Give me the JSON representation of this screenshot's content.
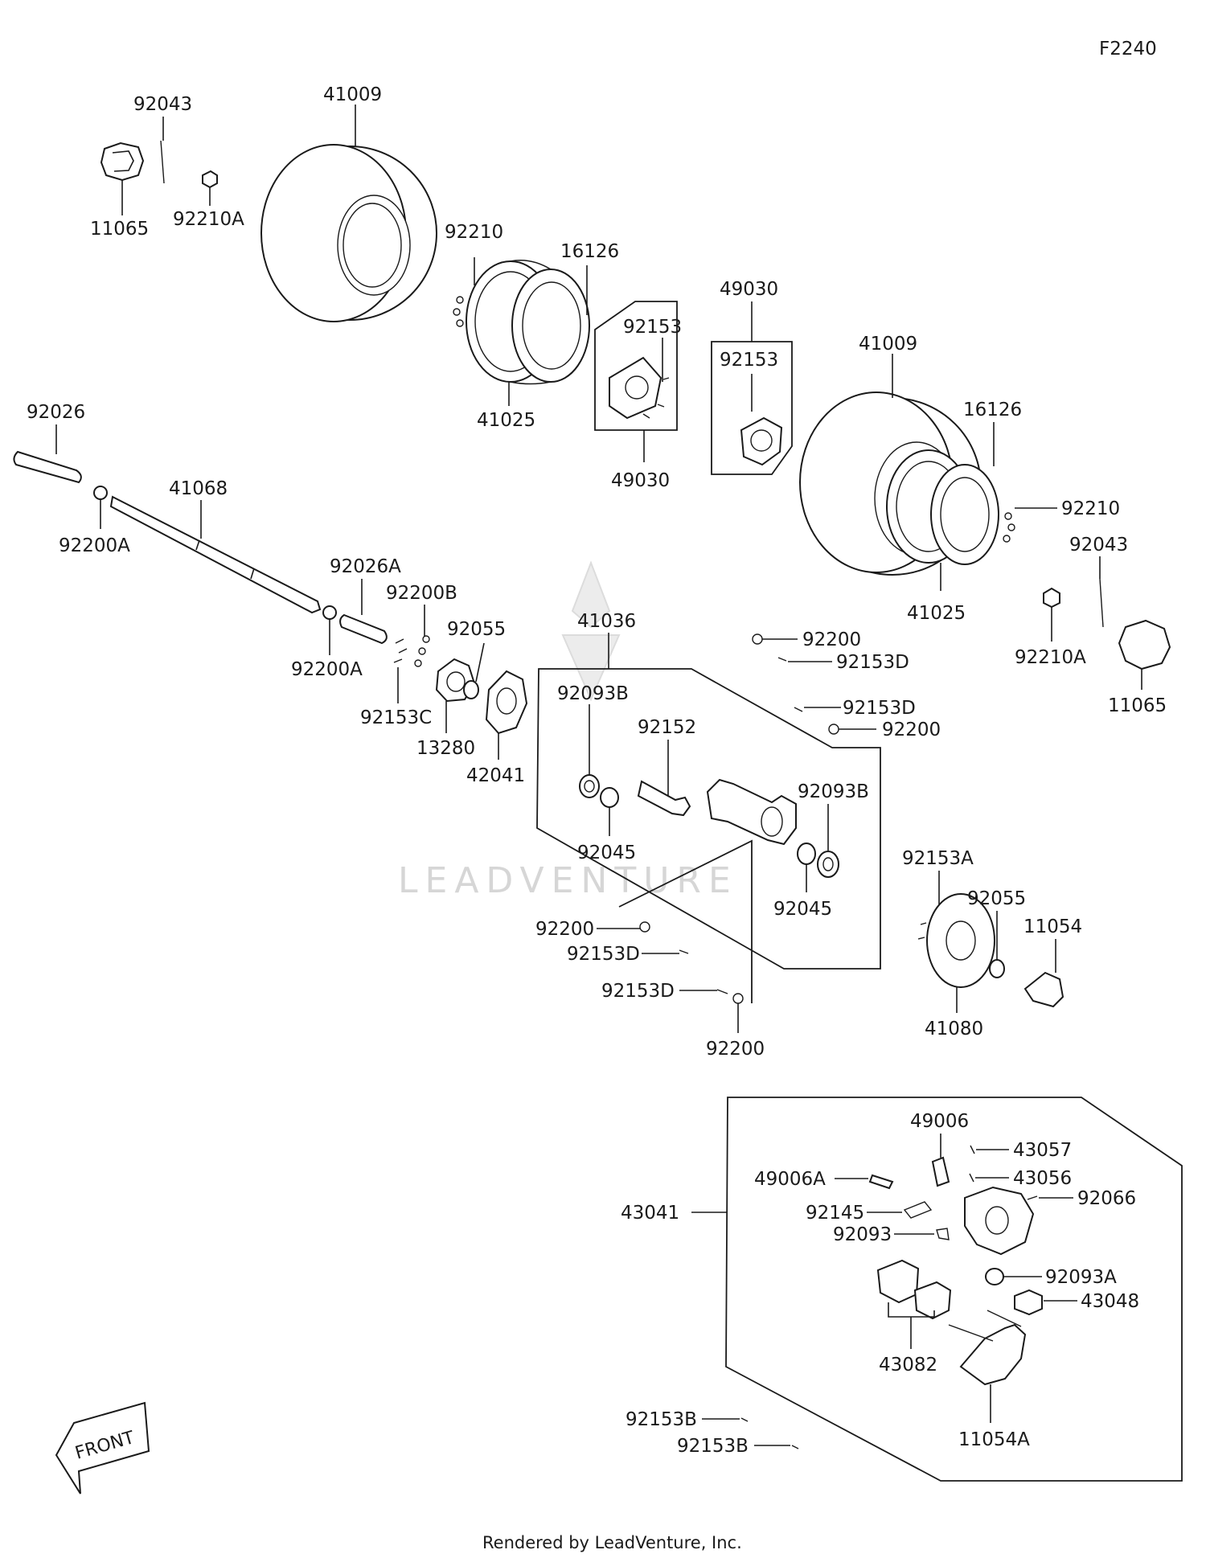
{
  "diagram": {
    "figure_code": "F2240",
    "footer": "Rendered by LeadVenture, Inc.",
    "watermark": "LEADVENTURE",
    "front_label": "FRONT",
    "labels": {
      "p41009_a": "41009",
      "p92043_a": "92043",
      "p11065_a": "11065",
      "p92210A_a": "92210A",
      "p92210_a": "92210",
      "p16126_a": "16126",
      "p41025_a": "41025",
      "p92153_a": "92153",
      "p49030_a": "49030",
      "p49030_b": "49030",
      "p92153_b": "92153",
      "p41009_b": "41009",
      "p16126_b": "16126",
      "p92210_b": "92210",
      "p92043_b": "92043",
      "p41025_b": "41025",
      "p92210A_b": "92210A",
      "p11065_b": "11065",
      "p92026": "92026",
      "p41068": "41068",
      "p92200A_a": "92200A",
      "p92026A": "92026A",
      "p92200B": "92200B",
      "p92055_a": "92055",
      "p92200A_b": "92200A",
      "p92153C": "92153C",
      "p13280": "13280",
      "p42041": "42041",
      "p41036": "41036",
      "p92093B_a": "92093B",
      "p92152": "92152",
      "p92045_a": "92045",
      "p92200_a": "92200",
      "p92153D_a": "92153D",
      "p92153D_b": "92153D",
      "p92200_b": "92200",
      "p92093B_b": "92093B",
      "p92045_b": "92045",
      "p92200_c": "92200",
      "p92153D_c": "92153D",
      "p92153D_d": "92153D",
      "p92200_d": "92200",
      "p92153A": "92153A",
      "p92055_b": "92055",
      "p11054": "11054",
      "p41080": "41080",
      "p49006": "49006",
      "p43057": "43057",
      "p43056": "43056",
      "p49006A": "49006A",
      "p92066": "92066",
      "p43041": "43041",
      "p92145": "92145",
      "p92093": "92093",
      "p92093A": "92093A",
      "p43048": "43048",
      "p43082": "43082",
      "p11054A": "11054A",
      "p92153B_a": "92153B",
      "p92153B_b": "92153B"
    }
  }
}
